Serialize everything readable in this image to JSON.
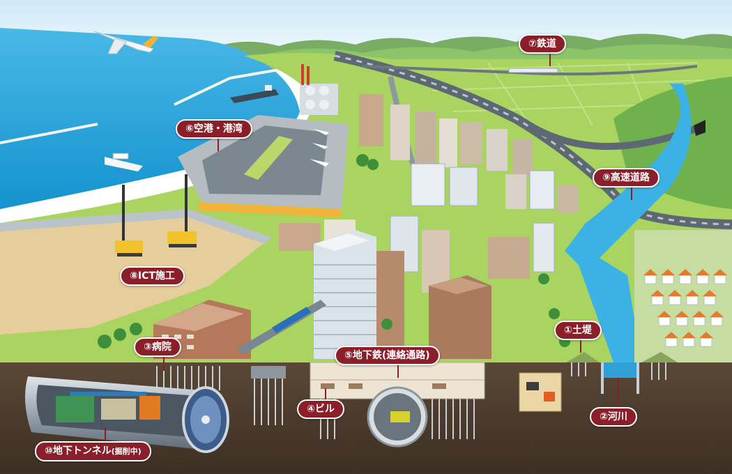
{
  "colors": {
    "callout_bg": "#8a1f2a",
    "sea": "#1fa3db",
    "land": "#a5d25a",
    "ground": "#4a3a2c",
    "sky": "#e8f4fb",
    "sand": "#e7cfa0",
    "river": "#2aa9e0"
  },
  "callouts": [
    {
      "id": "railway",
      "label": "⑦鉄道"
    },
    {
      "id": "airport",
      "label": "⑥空港・港湾"
    },
    {
      "id": "expressway",
      "label": "⑨高速道路"
    },
    {
      "id": "ict",
      "label": "⑧ICT施工"
    },
    {
      "id": "hospital",
      "label": "③病院"
    },
    {
      "id": "levee",
      "label": "①土堤"
    },
    {
      "id": "subway",
      "label": "⑤地下鉄(連絡通路)"
    },
    {
      "id": "building",
      "label": "④ビル"
    },
    {
      "id": "river",
      "label": "②河川"
    },
    {
      "id": "tunnel",
      "label": "⑩地下トンネル",
      "sub": "(掘削中)"
    }
  ]
}
